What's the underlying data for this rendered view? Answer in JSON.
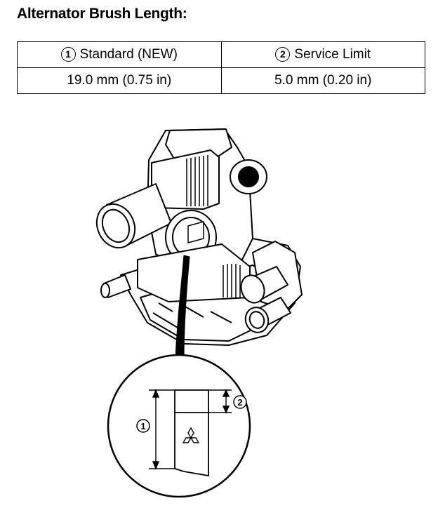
{
  "title": "Alternator Brush Length:",
  "table": {
    "headers": [
      {
        "num": "1",
        "label": "Standard (NEW)"
      },
      {
        "num": "2",
        "label": "Service Limit"
      }
    ],
    "values": [
      "19.0 mm (0.75 in)",
      "5.0 mm (0.20 in)"
    ]
  },
  "diagram": {
    "callout_1": "1",
    "callout_2": "2"
  }
}
